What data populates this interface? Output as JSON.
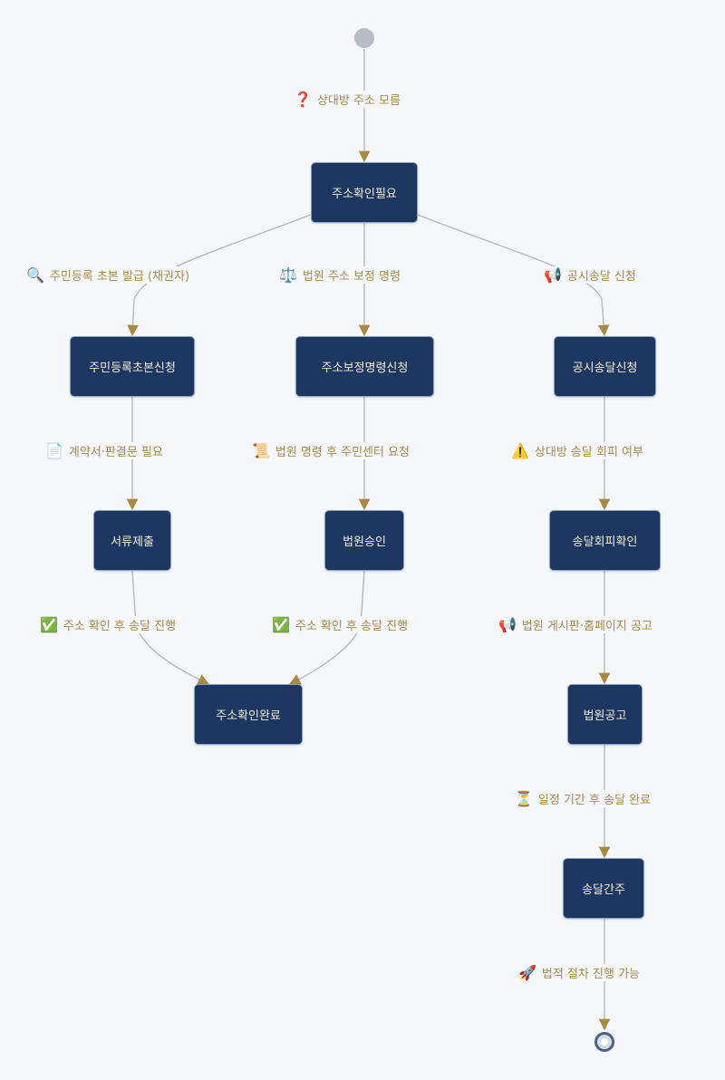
{
  "nodes": {
    "need": "주소확인필요",
    "resident": "주민등록초본신청",
    "correction": "주소보정명령신청",
    "public": "공시송달신청",
    "docs": "서류제출",
    "approval": "법원승인",
    "evasion": "송달회피확인",
    "done": "주소확인완료",
    "notice": "법원공고",
    "deemed": "송달간주"
  },
  "edges": {
    "start_need": {
      "icon": "❓",
      "text": "상대방 주소 모름"
    },
    "need_resident": {
      "icon": "🔍",
      "text": "주민등록 초본 발급 (채권자)"
    },
    "need_correction": {
      "icon": "⚖️",
      "text": "법원 주소 보정 명령"
    },
    "need_public": {
      "icon": "📢",
      "text": "공시송달 신청"
    },
    "resident_docs": {
      "icon": "📄",
      "text": "계약서·판결문 필요"
    },
    "correction_approval": {
      "icon": "📜",
      "text": "법원 명령 후 주민센터 요청"
    },
    "public_evasion": {
      "icon": "⚠️",
      "text": "상대방 송달 회피 여부"
    },
    "docs_done": {
      "icon": "✅",
      "text": "주소 확인 후 송달 진행"
    },
    "approval_done": {
      "icon": "✅",
      "text": "주소 확인 후 송달 진행"
    },
    "evasion_notice": {
      "icon": "📢",
      "text": "법원 게시판·홈페이지 공고"
    },
    "notice_deemed": {
      "icon": "⏳",
      "text": "일정 기간 후 송달 완료"
    },
    "deemed_end": {
      "icon": "🚀",
      "text": "법적 절차 진행 가능"
    }
  },
  "colors": {
    "node_fill": "#1e3761",
    "node_text": "#f3ecd6",
    "edge_line": "#b5b8bd",
    "arrow": "#a88a45",
    "label_text": "#a88a45",
    "background": "#f5f7fa"
  },
  "icons": {
    "start": "start-state-circle",
    "end": "end-state-circle"
  }
}
